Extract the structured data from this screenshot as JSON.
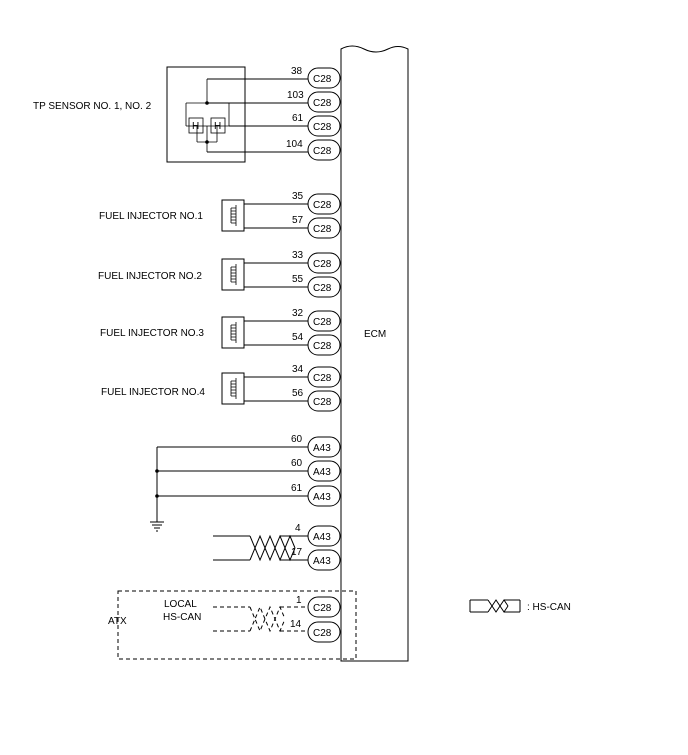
{
  "ecm_label": "ECM",
  "tp_sensor": {
    "label": "TP SENSOR NO. 1, NO. 2",
    "pins": [
      "38",
      "103",
      "61",
      "104"
    ],
    "connector": "C28",
    "element_letter": "H"
  },
  "injectors": [
    {
      "label": "FUEL INJECTOR NO.1",
      "pins": [
        "35",
        "57"
      ],
      "connector": "C28"
    },
    {
      "label": "FUEL INJECTOR NO.2",
      "pins": [
        "33",
        "55"
      ],
      "connector": "C28"
    },
    {
      "label": "FUEL INJECTOR NO.3",
      "pins": [
        "32",
        "54"
      ],
      "connector": "C28"
    },
    {
      "label": "FUEL INJECTOR NO.4",
      "pins": [
        "34",
        "56"
      ],
      "connector": "C28"
    }
  ],
  "ground": {
    "pins": [
      "60",
      "60",
      "61"
    ],
    "connector": "A43"
  },
  "can": {
    "pins": [
      "4",
      "17"
    ],
    "connector": "A43"
  },
  "atx": {
    "label": "ATX",
    "local_label_line1": "LOCAL",
    "local_label_line2": "HS-CAN",
    "pins": [
      "1",
      "14"
    ],
    "connector": "C28"
  },
  "legend": {
    "label": ": HS-CAN"
  }
}
